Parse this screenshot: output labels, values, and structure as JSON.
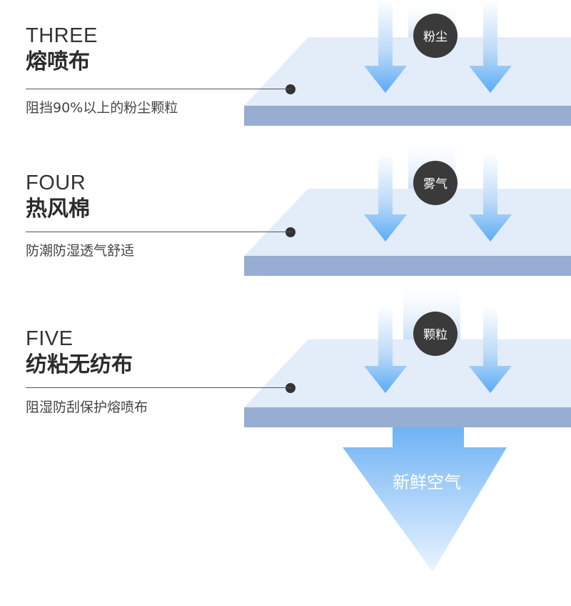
{
  "layers": [
    {
      "number": "THREE",
      "name": "熔喷布",
      "desc": "阻挡90%以上的粉尘颗粒",
      "badge": "粉尘"
    },
    {
      "number": "FOUR",
      "name": "热风棉",
      "desc": "防潮防湿透气舒适",
      "badge": "雾气"
    },
    {
      "number": "FIVE",
      "name": "纺粘无纺布",
      "desc": "阻湿防刮保护熔喷布",
      "badge": "颗粒"
    }
  ],
  "output_label": "新鲜空气",
  "colors": {
    "panel_top": "#e3ecf9",
    "panel_edge": "#97add1",
    "arrow": "#5aabf5",
    "badge": "#3a3a3a",
    "text_dark": "#2b2b2b"
  }
}
